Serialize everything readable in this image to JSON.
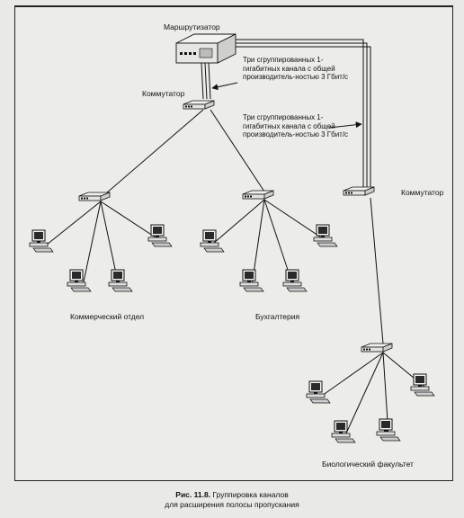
{
  "labels": {
    "router": "Маршрутизатор",
    "switch_top": "Коммутатор",
    "switch_right": "Коммутатор",
    "dept_commercial": "Коммерческий отдел",
    "dept_accounting": "Бухгалтерия",
    "dept_biology": "Биологический факультет"
  },
  "notes": {
    "trunk_1": "Три сгруппированных 1-гигабитных канала с общей производитель-ностью 3 Гбит/с",
    "trunk_2": "Три сгруппированных 1-гигабитных канала с общей производитель-ностью 3 Гбит/с"
  },
  "caption": {
    "figure": "Рис. 11.8.",
    "line1": "Группировка каналов",
    "line2": "для расширения полосы пропускания"
  },
  "colors": {
    "ink": "#111111",
    "paper": "#ecece9"
  }
}
